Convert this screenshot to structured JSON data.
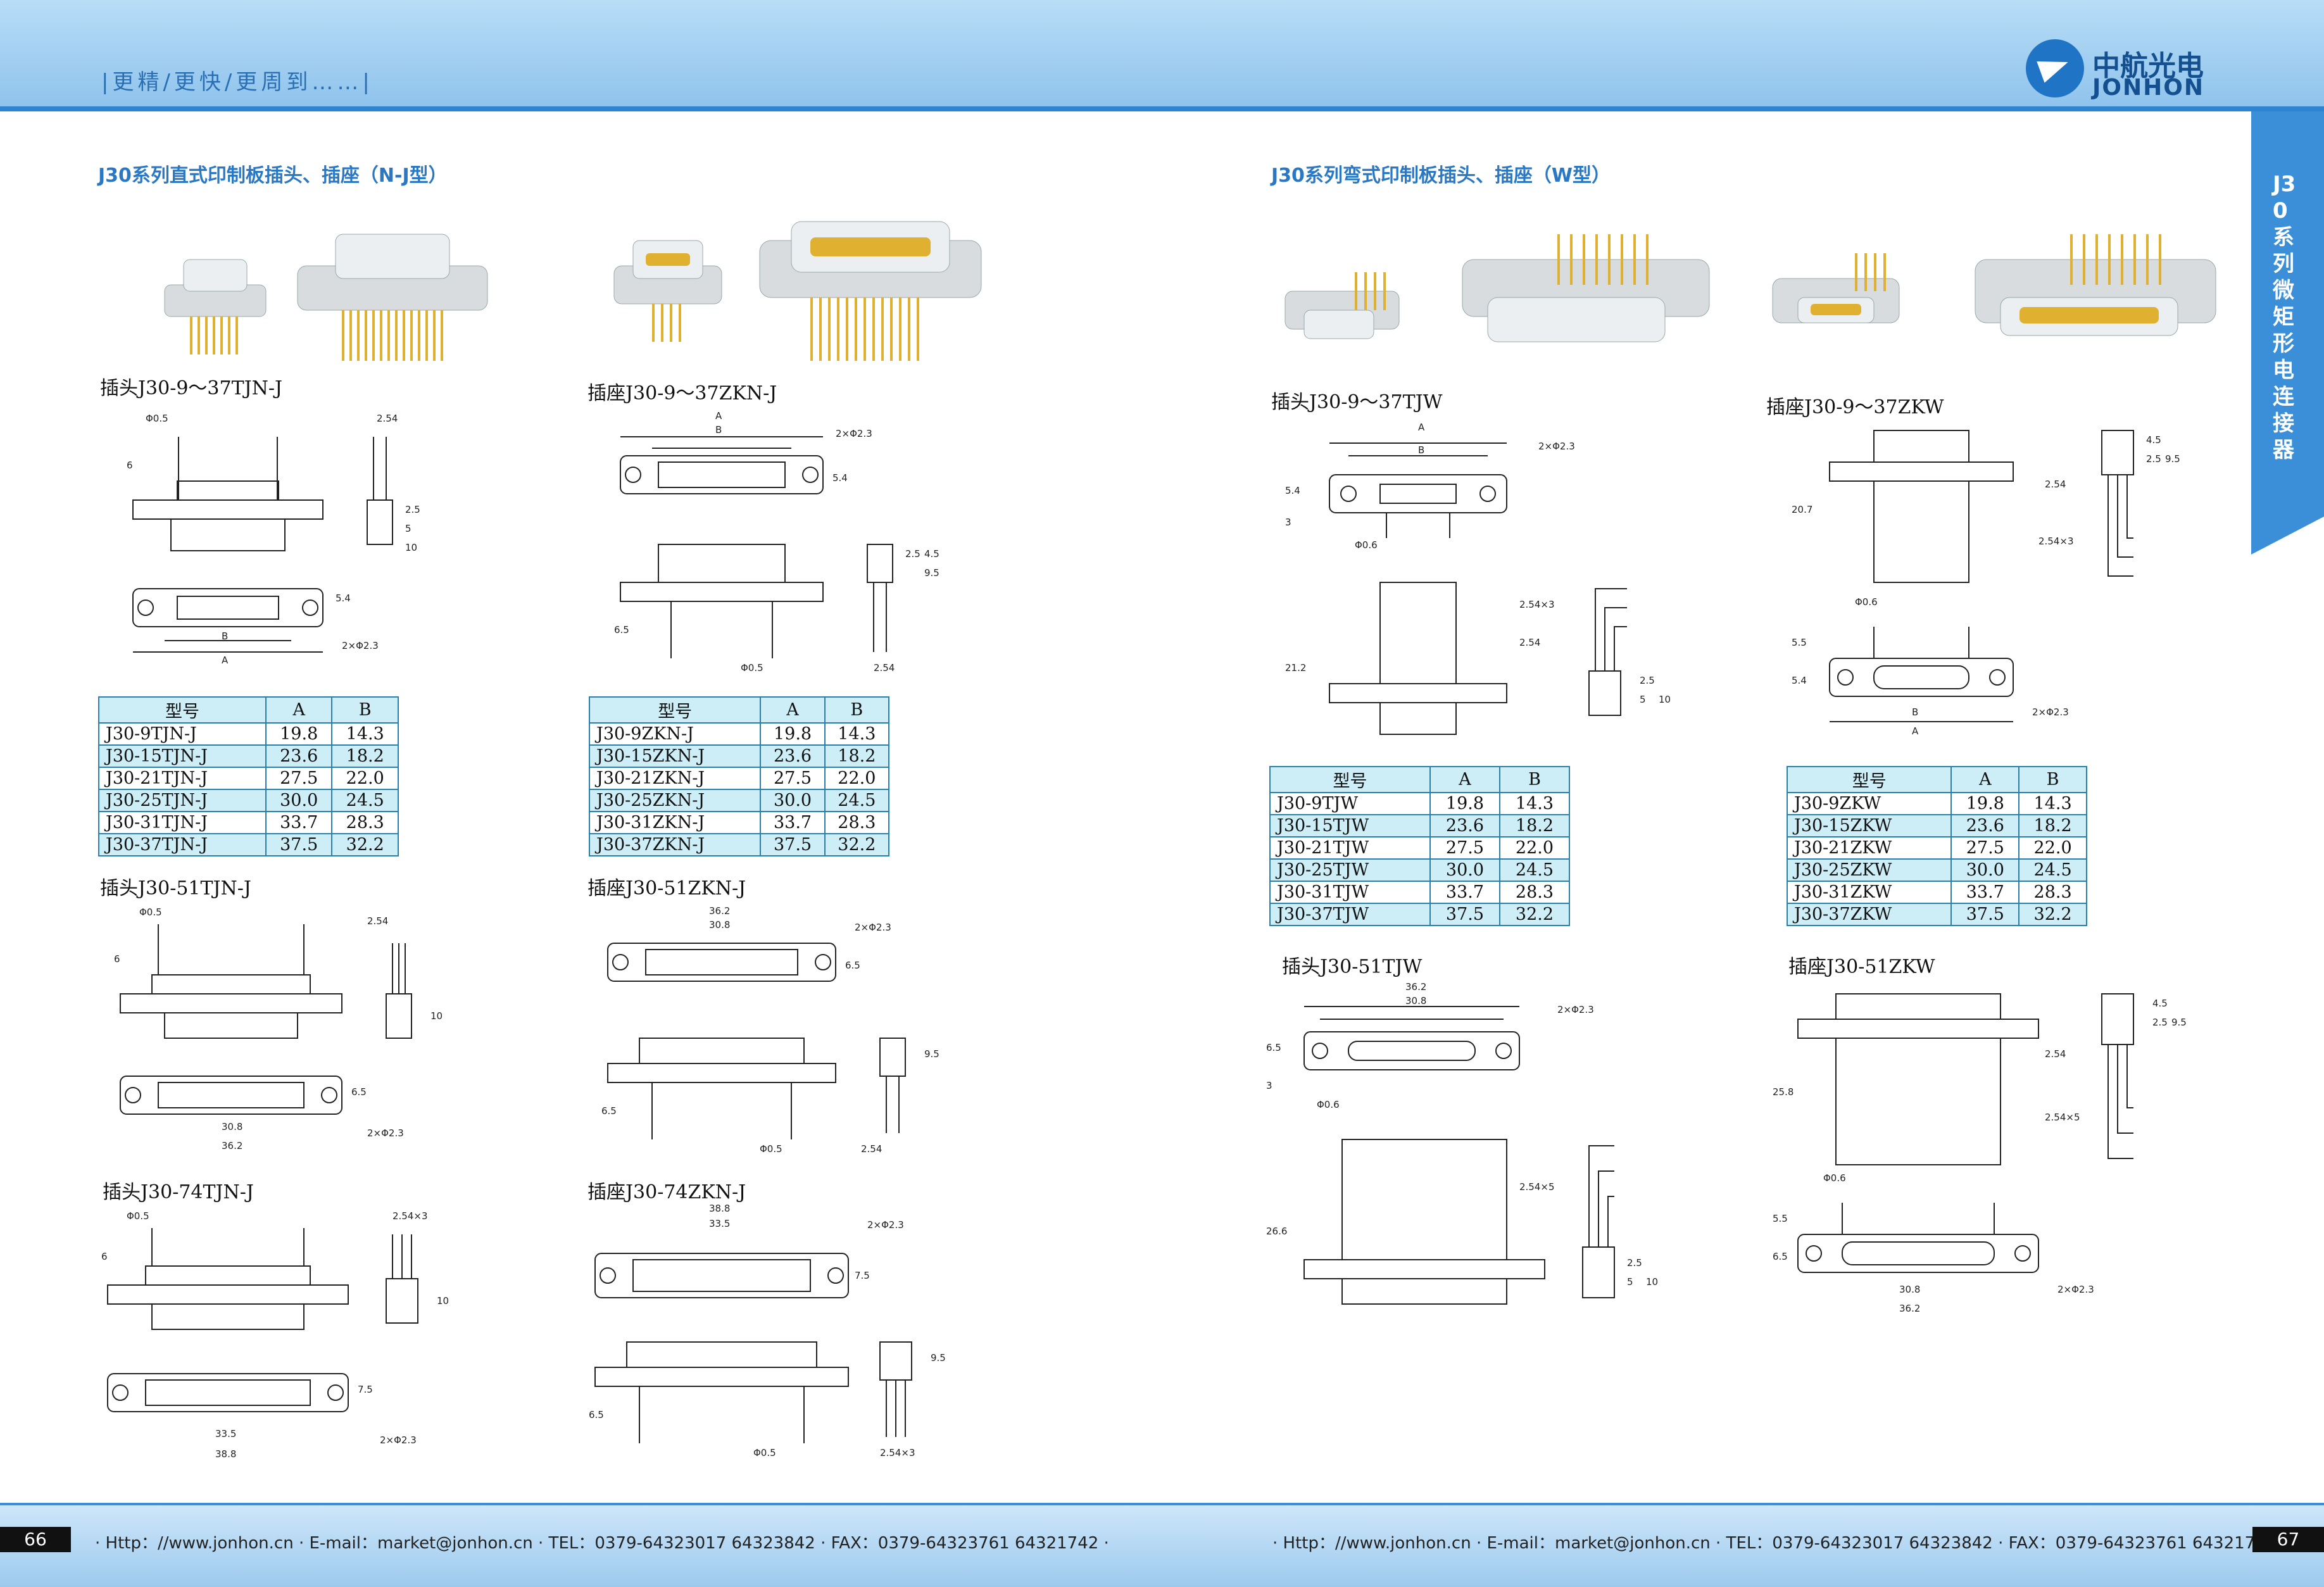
{
  "header": {
    "slogan": "|更精/更快/更周到……|",
    "logo_cn": "中航光电",
    "logo_en": "JONHON",
    "logo_icon": "airplane-logo-icon"
  },
  "side_tab": {
    "text": "J30系列微矩形电连接器"
  },
  "left_page": {
    "section_title": "J30系列直式印制板插头、插座（N-J型）",
    "plug_label": "插头J30-9～37TJN-J",
    "socket_label": "插座J30-9～37ZKN-J",
    "plug51_label": "插头J30-51TJN-J",
    "socket51_label": "插座J30-51ZKN-J",
    "plug74_label": "插头J30-74TJN-J",
    "socket74_label": "插座J30-74ZKN-J",
    "plug_table": {
      "headers": [
        "型号",
        "A",
        "B"
      ],
      "rows": [
        [
          "J30-9TJN-J",
          "19.8",
          "14.3"
        ],
        [
          "J30-15TJN-J",
          "23.6",
          "18.2"
        ],
        [
          "J30-21TJN-J",
          "27.5",
          "22.0"
        ],
        [
          "J30-25TJN-J",
          "30.0",
          "24.5"
        ],
        [
          "J30-31TJN-J",
          "33.7",
          "28.3"
        ],
        [
          "J30-37TJN-J",
          "37.5",
          "32.2"
        ]
      ]
    },
    "socket_table": {
      "headers": [
        "型号",
        "A",
        "B"
      ],
      "rows": [
        [
          "J30-9ZKN-J",
          "19.8",
          "14.3"
        ],
        [
          "J30-15ZKN-J",
          "23.6",
          "18.2"
        ],
        [
          "J30-21ZKN-J",
          "27.5",
          "22.0"
        ],
        [
          "J30-25ZKN-J",
          "30.0",
          "24.5"
        ],
        [
          "J30-31ZKN-J",
          "33.7",
          "28.3"
        ],
        [
          "J30-37ZKN-J",
          "37.5",
          "32.2"
        ]
      ]
    },
    "dims": {
      "phi05": "Φ0.5",
      "phi23": "2×Φ2.3",
      "d254": "2.54",
      "d254x3": "2.54×3",
      "d6": "6",
      "d65": "6.5",
      "d5": "5",
      "d25": "2.5",
      "d45": "4.5",
      "d95": "9.5",
      "d10": "10",
      "d54": "5.4",
      "d75": "7.5",
      "A": "A",
      "B": "B",
      "d362": "36.2",
      "d308": "30.8",
      "d388": "38.8",
      "d335": "33.5"
    }
  },
  "right_page": {
    "section_title": "J30系列弯式印制板插头、插座（W型）",
    "plug_label": "插头J30-9～37TJW",
    "socket_label": "插座J30-9～37ZKW",
    "plug51_label": "插头J30-51TJW",
    "socket51_label": "插座J30-51ZKW",
    "plug_table": {
      "headers": [
        "型号",
        "A",
        "B"
      ],
      "rows": [
        [
          "J30-9TJW",
          "19.8",
          "14.3"
        ],
        [
          "J30-15TJW",
          "23.6",
          "18.2"
        ],
        [
          "J30-21TJW",
          "27.5",
          "22.0"
        ],
        [
          "J30-25TJW",
          "30.0",
          "24.5"
        ],
        [
          "J30-31TJW",
          "33.7",
          "28.3"
        ],
        [
          "J30-37TJW",
          "37.5",
          "32.2"
        ]
      ]
    },
    "socket_table": {
      "headers": [
        "型号",
        "A",
        "B"
      ],
      "rows": [
        [
          "J30-9ZKW",
          "19.8",
          "14.3"
        ],
        [
          "J30-15ZKW",
          "23.6",
          "18.2"
        ],
        [
          "J30-21ZKW",
          "27.5",
          "22.0"
        ],
        [
          "J30-25ZKW",
          "30.0",
          "24.5"
        ],
        [
          "J30-31ZKW",
          "33.7",
          "28.3"
        ],
        [
          "J30-37ZKW",
          "37.5",
          "32.2"
        ]
      ]
    },
    "dims": {
      "phi06": "Φ0.6",
      "phi23": "2×Φ2.3",
      "d54": "5.4",
      "d3": "3",
      "d212": "21.2",
      "d207": "20.7",
      "d254": "2.54",
      "d254x3": "2.54×3",
      "d254x5": "2.54×5",
      "d25": "2.5",
      "d45": "4.5",
      "d95": "9.5",
      "d5": "5",
      "d55": "5.5",
      "d65": "6.5",
      "d10": "10",
      "d266": "26.6",
      "d258": "25.8",
      "A": "A",
      "B": "B",
      "d362": "36.2",
      "d308": "30.8"
    }
  },
  "footer": {
    "left_page_number": "66",
    "right_page_number": "67",
    "contact": "· Http：//www.jonhon.cn · E-mail：market@jonhon.cn · TEL：0379-64323017 64323842 · FAX：0379-64323761 64321742 ·"
  },
  "colors": {
    "header_blue": "#8fc3ec",
    "accent_blue": "#2a78c4",
    "table_fill": "#cdeef7",
    "pin_gold": "#e0b030"
  }
}
